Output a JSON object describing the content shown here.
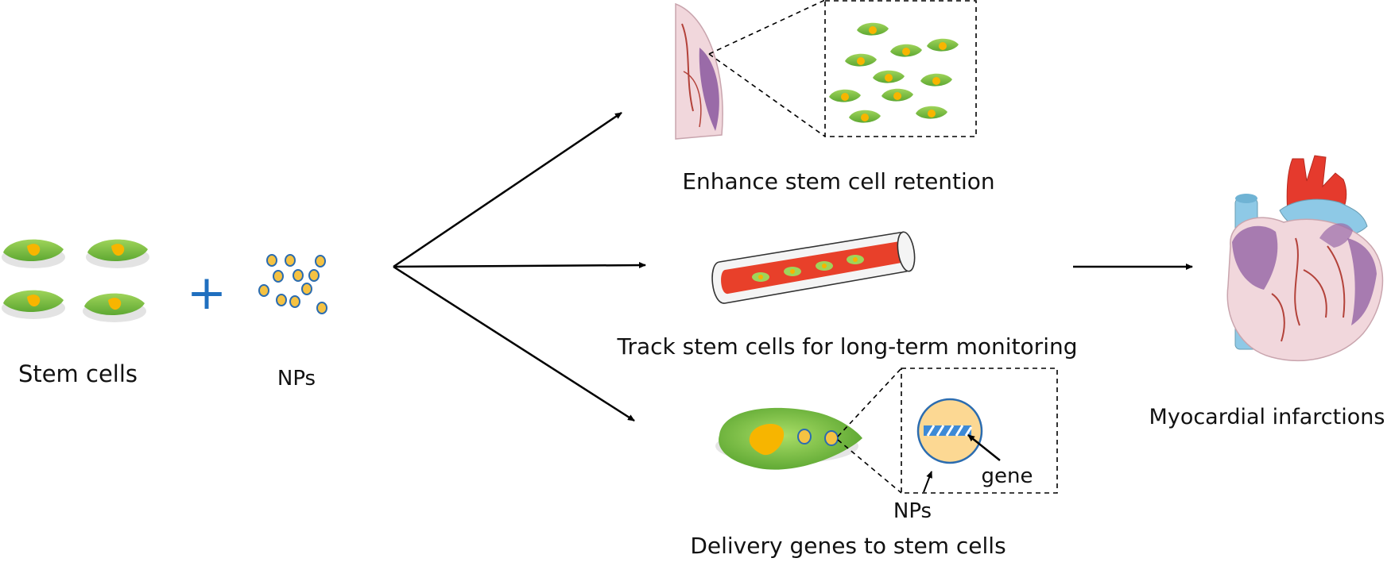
{
  "labels": {
    "stem_cells": "Stem cells",
    "plus": "+",
    "nps": "NPs",
    "enhance": "Enhance stem cell retention",
    "track": "Track stem cells for long-term monitoring",
    "delivery": "Delivery genes to  stem cells",
    "gene": "gene",
    "nps_inset": "NPs",
    "myocardial": "Myocardial infarctions"
  },
  "colors": {
    "cell_green": "#7dc242",
    "nucleus_yellow": "#f7b500",
    "np_yellow": "#f5c242",
    "np_outline": "#2b6cb0",
    "plus_blue": "#1f6fbf",
    "vessel_red": "#e8402a",
    "heart_red": "#e53a2d",
    "heart_blue": "#8ec9e6",
    "heart_pink": "#f1d7dc",
    "heart_purple": "#9a6ba8"
  },
  "icons": [
    "stem-cell-icon",
    "nanoparticle-icon",
    "heart-icon",
    "blood-vessel-icon",
    "dna-icon"
  ]
}
